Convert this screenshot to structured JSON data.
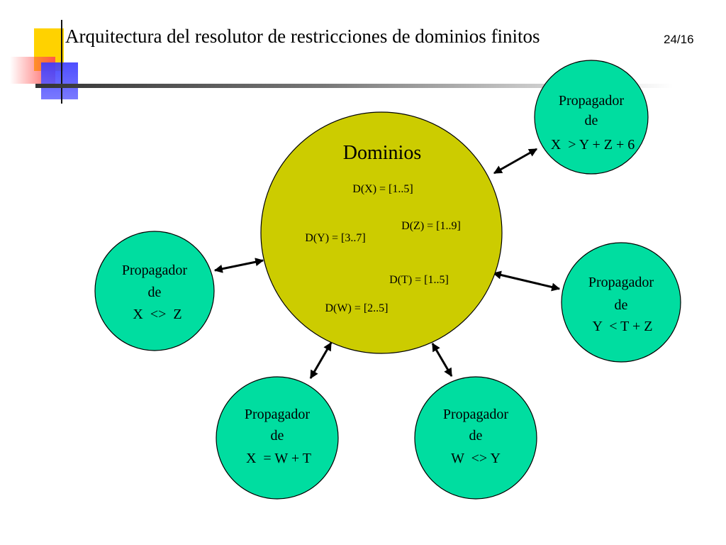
{
  "slide": {
    "title": "Arquitectura del resolutor de restricciones de dominios finitos",
    "number": "24/16"
  },
  "domains": {
    "title": "Dominios",
    "entries": [
      "D(X) = [1..5]",
      "D(Z) = [1..9]",
      "D(Y) = [3..7]",
      "D(T) = [1..5]",
      "D(W) = [2..5]"
    ]
  },
  "propagators": [
    {
      "line1": "Propagador",
      "line2": "de",
      "line3": "X  > Y + Z + 6"
    },
    {
      "line1": "Propagador",
      "line2": "de",
      "line3": "X  <>  Z"
    },
    {
      "line1": "Propagador",
      "line2": "de",
      "line3": "Y  < T + Z"
    },
    {
      "line1": "Propagador",
      "line2": "de",
      "line3": "X  = W + T"
    },
    {
      "line1": "Propagador",
      "line2": "de",
      "line3": "W  <> Y"
    }
  ],
  "colors": {
    "domain_circle": "#cccc00",
    "propagator_circle": "#00dda0",
    "accent_yellow": "#ffd200",
    "accent_red": "#ff5050",
    "accent_blue": "#3a3aff"
  }
}
